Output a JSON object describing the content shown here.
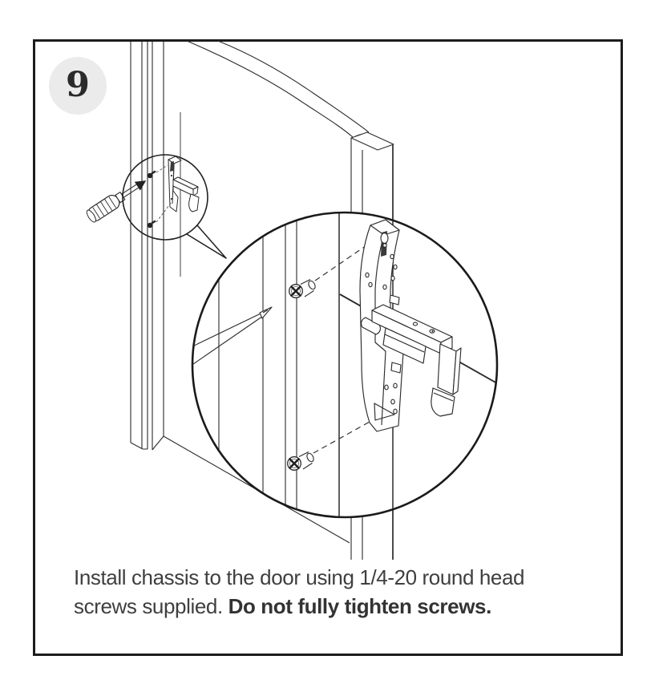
{
  "step_badge": {
    "number": "9"
  },
  "caption": {
    "line1": "Install chassis to the door using 1/4-20 round head",
    "line2_normal": "screws supplied. ",
    "line2_bold": "Do not fully tighten screws."
  },
  "illustration": {
    "icons": [
      "door-drawing",
      "screwdriver-icon",
      "callout-circle",
      "magnifier-detail-circle",
      "chassis-drawing",
      "round-head-screw-icon",
      "dashed-insertion-line"
    ]
  },
  "colors": {
    "ink": "#262626",
    "border": "#1c1c1c",
    "badge-bg": "#ebebec",
    "badge-text": "#2b2b2b",
    "caption-text": "#3f3f3f"
  }
}
